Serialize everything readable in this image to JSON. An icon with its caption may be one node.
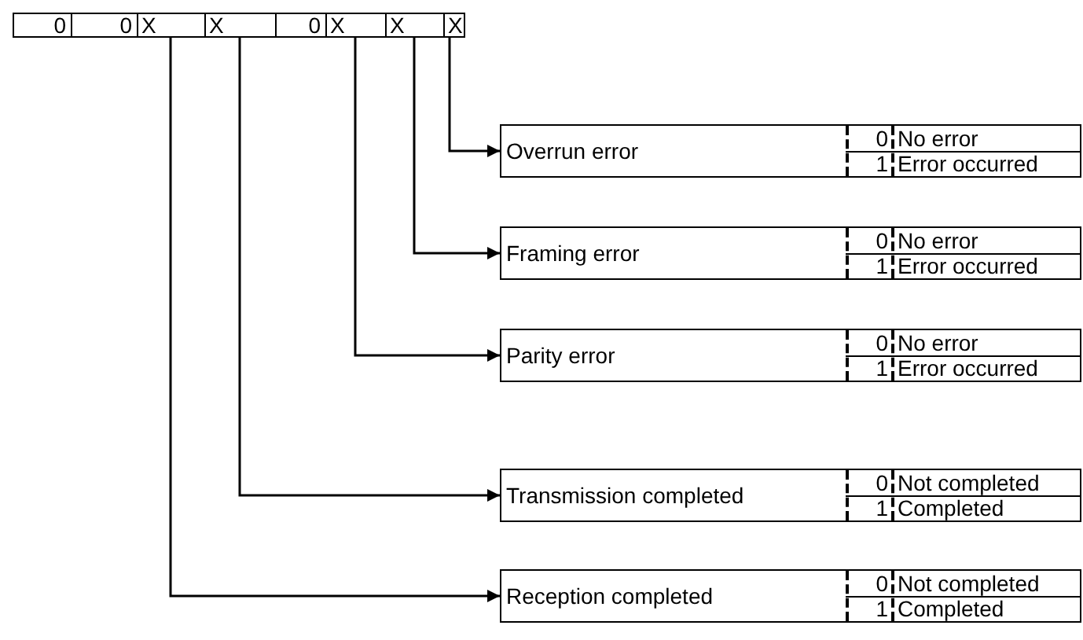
{
  "diagram": {
    "nodes": [
      {
        "text": [
          "0"
        ]
      },
      {
        "text": [
          "0"
        ]
      },
      {
        "text": [
          "X"
        ]
      },
      {
        "text": [
          "X"
        ]
      },
      {
        "text": [
          "0"
        ]
      },
      {
        "text": [
          "X"
        ]
      },
      {
        "text": [
          "X"
        ]
      },
      {
        "text": [
          "X"
        ]
      },
      {
        "text": [
          "Overrun error",
          "0",
          "No error",
          "1",
          "Error occurred"
        ]
      },
      {
        "text": [
          "Framing error",
          "0",
          "No error",
          "1",
          "Error occurred"
        ]
      },
      {
        "text": [
          "Parity error",
          "0",
          "No error",
          "1",
          "Error occurred"
        ]
      },
      {
        "text": [
          "Transmission completed",
          "0",
          "Not completed",
          "1",
          "Completed"
        ]
      },
      {
        "text": [
          "Reception completed",
          "0",
          "Not completed",
          "1",
          "Completed"
        ]
      }
    ],
    "edges": [
      {
        "from": 7,
        "to": 8,
        "arrow": "to"
      },
      {
        "from": 6,
        "to": 9,
        "arrow": "to"
      },
      {
        "from": 5,
        "to": 10,
        "arrow": "to"
      },
      {
        "from": 3,
        "to": 11,
        "arrow": "to"
      },
      {
        "from": 2,
        "to": 12,
        "arrow": "to"
      }
    ]
  }
}
